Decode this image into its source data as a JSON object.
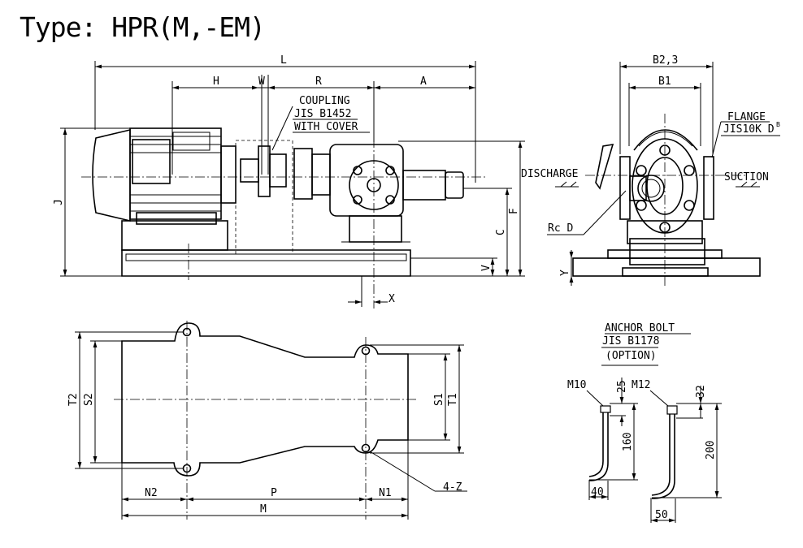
{
  "title": "Type: HPR(M,-EM)",
  "side_view": {
    "dims": {
      "L": "L",
      "H": "H",
      "W": "W",
      "R": "R",
      "A": "A",
      "J": "J",
      "F": "F",
      "C": "C",
      "V": "V",
      "X": "X"
    },
    "coupling_note": [
      "COUPLING",
      "JIS B1452",
      "WITH COVER"
    ]
  },
  "front_view": {
    "dims": {
      "B23": "B2,3",
      "B1": "B1",
      "Y": "Y"
    },
    "discharge": "DISCHARGE",
    "suction": "SUCTION",
    "flange_note": [
      "FLANGE",
      "JIS10K D"
    ],
    "flange_superscript": "B",
    "rc_note": "Rc D"
  },
  "base_plan": {
    "dims": {
      "T2": "T2",
      "S2": "S2",
      "S1": "S1",
      "T1": "T1",
      "N2": "N2",
      "P": "P",
      "N1": "N1",
      "M": "M"
    },
    "holes_note": "4-Z"
  },
  "anchor_bolt": {
    "note": [
      "ANCHOR BOLT",
      "JIS B1178",
      "(OPTION)"
    ],
    "small": {
      "size": "M10",
      "thread": "25",
      "length": "160",
      "hook": "40"
    },
    "large": {
      "size": "M12",
      "thread": "32",
      "length": "200",
      "hook": "50"
    }
  }
}
